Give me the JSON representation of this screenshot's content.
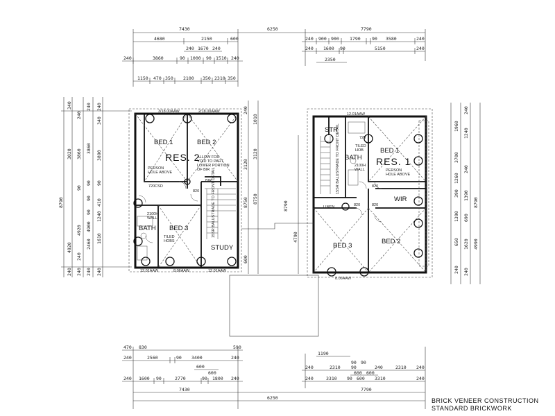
{
  "title_block": {
    "line1": "BRICK VENEER CONSTRUCTION",
    "line2": "STANDARD BRICKWORK"
  },
  "overall_dimension": "6250",
  "res2": {
    "label": "RES. 2",
    "rooms": {
      "bed1": "BED 1",
      "bed2": "BED 2",
      "bed3": "BED 3",
      "bath": "BATH",
      "study": "STUDY",
      "bir": "BIR"
    },
    "notes": {
      "void_1": "ALLOW FOR",
      "void_2": "VOID TO PART",
      "void_3": "LOWER PORTION",
      "void_4": "OF BIR",
      "person_1": "PERSON",
      "person_2": "HOLE ABOVE",
      "tiled": "TILED",
      "hobs": "HOBS",
      "wall_1": "2100H",
      "wall_2": "WALL",
      "door_a": "720CSD",
      "door_b": "820",
      "window_a": "3/18.00AAW",
      "window_b": "2/18.00AAW",
      "window_c": "12.01AAW",
      "window_d": "8.06AAW",
      "window_e": "12.01AAW",
      "stair_note": "15SR BALUSTRADE TO FRONT DETAIL"
    },
    "top_dims": {
      "overall": "7430",
      "row1": [
        "4680",
        "2150",
        "600"
      ],
      "row2": [
        "240",
        "1670",
        "240"
      ],
      "row3": [
        "240",
        "3860",
        "90",
        "1000",
        "90",
        "1510",
        "240"
      ],
      "row4": [
        "1150",
        "470",
        "350",
        "2100",
        "350",
        "2310",
        "350"
      ]
    },
    "bottom_dims": {
      "overall": "7430",
      "row1": [
        "470",
        "830",
        "590"
      ],
      "row2": [
        "240",
        "2560",
        "90",
        "3400",
        "240"
      ],
      "row3": [
        "600",
        "600"
      ],
      "row4": [
        "240",
        "1600",
        "90",
        "2770",
        "90",
        "1800",
        "240"
      ]
    },
    "left_dims": {
      "col1": [
        "340",
        "240",
        "240",
        "240"
      ],
      "col2": [
        "240",
        "3860",
        "3860",
        "90",
        "3890"
      ],
      "col3": [
        "4920",
        "90",
        "90",
        "4900",
        "90",
        "2460",
        "240"
      ],
      "col4": [
        "240",
        "340",
        "410",
        "90",
        "1240",
        "1610",
        "240"
      ],
      "col5": [
        "8790",
        "4920",
        "3020",
        "240"
      ]
    },
    "right_dims": {
      "col1": [
        "240",
        "1010",
        "3120",
        "8750",
        "600"
      ],
      "col2": [
        "3120",
        "8750"
      ]
    }
  },
  "res1": {
    "label": "RES. 1",
    "rooms": {
      "bed1": "BED 1",
      "bed2": "BED 2",
      "bed3": "BED 3",
      "bath": "BATH",
      "str": "STR",
      "wir": "WIR",
      "linen": "LINEN"
    },
    "notes": {
      "person_1": "PERSON",
      "person_2": "HOLE ABOVE",
      "tiled_1": "TILED",
      "tiled_2": "HOB",
      "wall_1": "2100H",
      "wall_2": "WALL",
      "door_a": "720",
      "door_b": "820",
      "door_c": "820",
      "door_d": "820",
      "window_a": "12.01AAW",
      "window_b": "8.06AAW",
      "stair_note": "15SR BALUSTRADE TO FRONT DETAIL"
    },
    "top_dims": {
      "overall": "7790",
      "row1": [
        "240",
        "900",
        "900",
        "1790",
        "90",
        "3580",
        "240"
      ],
      "row2": [
        "240",
        "1600",
        "90",
        "5150",
        "240"
      ],
      "row3": [
        "2350"
      ]
    },
    "bottom_dims": {
      "overall": "7790",
      "row1": [
        "1190",
        "90",
        "90"
      ],
      "row2": [
        "240",
        "2310",
        "90",
        "240",
        "2310",
        "240"
      ],
      "row3": [
        "600",
        "600"
      ],
      "row4": [
        "240",
        "3310",
        "90",
        "600",
        "3310",
        "240"
      ]
    },
    "left_dims": {
      "col1": [
        "8790",
        "4790"
      ]
    },
    "right_dims": {
      "col1": [
        "1960",
        "3700",
        "1260",
        "390",
        "1390",
        "650",
        "240"
      ],
      "col2": [
        "240",
        "1240",
        "240",
        "1390",
        "690",
        "1620",
        "240"
      ],
      "col3": [
        "8790",
        "4990"
      ]
    }
  }
}
